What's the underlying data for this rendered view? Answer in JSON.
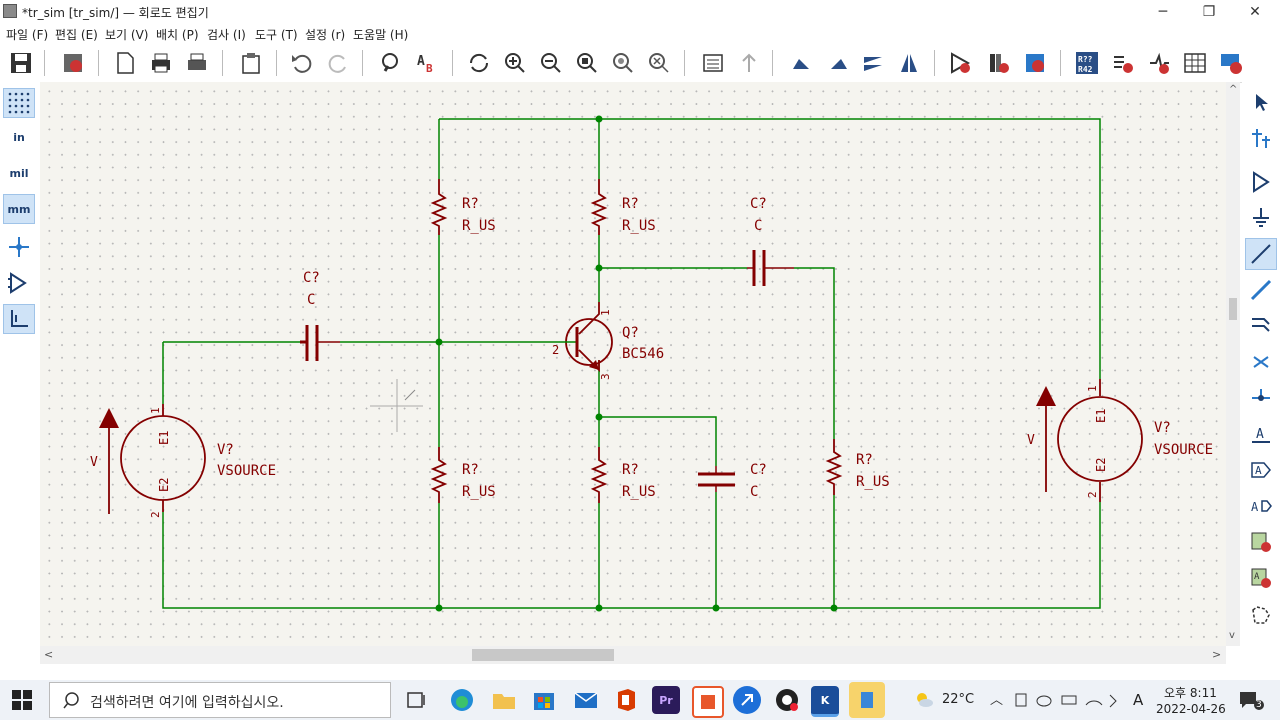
{
  "window": {
    "title": "*tr_sim [tr_sim/] — 회로도 편집기",
    "minimize": "─",
    "maximize": "❐",
    "close": "✕"
  },
  "menu": [
    {
      "label": "파일 (F)"
    },
    {
      "label": "편집 (E)"
    },
    {
      "label": "보기 (V)"
    },
    {
      "label": "배치 (P)"
    },
    {
      "label": "검사 (I)"
    },
    {
      "label": "도구 (T)"
    },
    {
      "label": "설정 (r)"
    },
    {
      "label": "도움말 (H)"
    }
  ],
  "left_tools": {
    "in": "in",
    "mil": "mil",
    "mm": "mm"
  },
  "schematic": {
    "wire_color": "#008400",
    "part_color": "#840000",
    "components": {
      "r1": {
        "ref": "R?",
        "value": "R_US"
      },
      "r2": {
        "ref": "R?",
        "value": "R_US"
      },
      "r3": {
        "ref": "R?",
        "value": "R_US"
      },
      "r4": {
        "ref": "R?",
        "value": "R_US"
      },
      "r5": {
        "ref": "R?",
        "value": "R_US"
      },
      "c1": {
        "ref": "C?",
        "value": "C"
      },
      "c2": {
        "ref": "C?",
        "value": "C"
      },
      "c3": {
        "ref": "C?",
        "value": "C"
      },
      "q1": {
        "ref": "Q?",
        "value": "BC546",
        "pin1": "1",
        "pin2": "2",
        "pin3": "3"
      },
      "v1": {
        "ref": "V?",
        "value": "VSOURCE",
        "pin1": "1",
        "pin2": "2",
        "e1": "E1",
        "e2": "E2",
        "arrow": "V"
      },
      "v2": {
        "ref": "V?",
        "value": "VSOURCE",
        "pin1": "1",
        "pin2": "2",
        "e1": "E1",
        "e2": "E2",
        "arrow": "V"
      }
    }
  },
  "scroll": {
    "left": "<",
    "right": ">",
    "up": "^",
    "down": "v"
  },
  "taskbar": {
    "search_placeholder": "검색하려면 여기에 입력하십시오.",
    "weather": "22°C",
    "ime": "A",
    "time": "오후 8:11",
    "date": "2022-04-26",
    "notifications": "3"
  }
}
